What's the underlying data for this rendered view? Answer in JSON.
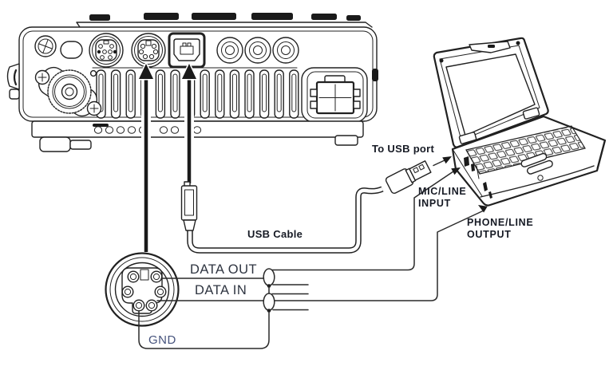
{
  "figure": {
    "labels": {
      "to_usb_port": "To USB port",
      "usb_cable": "USB Cable",
      "mic_line_input": "MIC/LINE\nINPUT",
      "phone_line_output": "PHONE/LINE\nOUTPUT",
      "data_out": "DATA OUT",
      "data_in": "DATA IN",
      "gnd": "GND"
    },
    "colors": {
      "line": "#212121",
      "bold_label": "#161a24",
      "connector_label": "#2e3440",
      "gnd_label": "#46537d",
      "background": "#ffffff"
    }
  }
}
